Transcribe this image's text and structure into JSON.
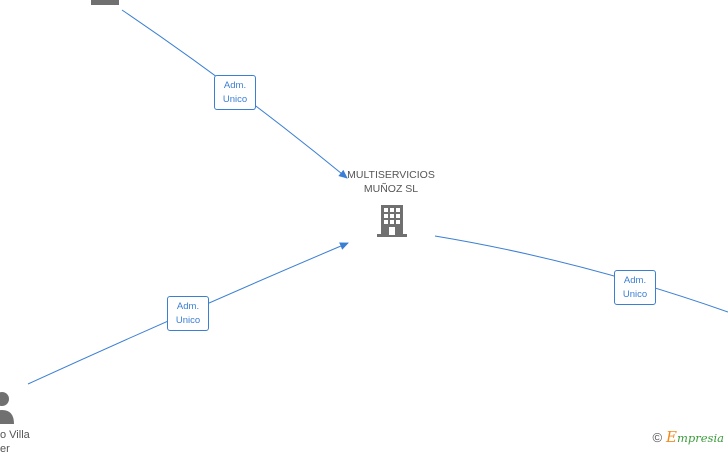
{
  "company": {
    "name_line1": "MULTISERVICIOS",
    "name_line2": "MUÑOZ  SL",
    "icon": "building-icon"
  },
  "edges": [
    {
      "role_line1": "Adm.",
      "role_line2": "Unico"
    },
    {
      "role_line1": "Adm.",
      "role_line2": "Unico"
    },
    {
      "role_line1": "Adm.",
      "role_line2": "Unico"
    }
  ],
  "people": [
    {
      "name_line1": "o Villa",
      "name_line2": "er",
      "icon": "person-icon"
    }
  ],
  "watermark": {
    "copyright": "©",
    "brand_initial": "E",
    "brand_rest": "mpresia"
  },
  "colors": {
    "edge": "#3b7fd4",
    "icon": "#707070",
    "text": "#555555",
    "brand_orange": "#f08c1e",
    "brand_green": "#3b9c3b"
  }
}
